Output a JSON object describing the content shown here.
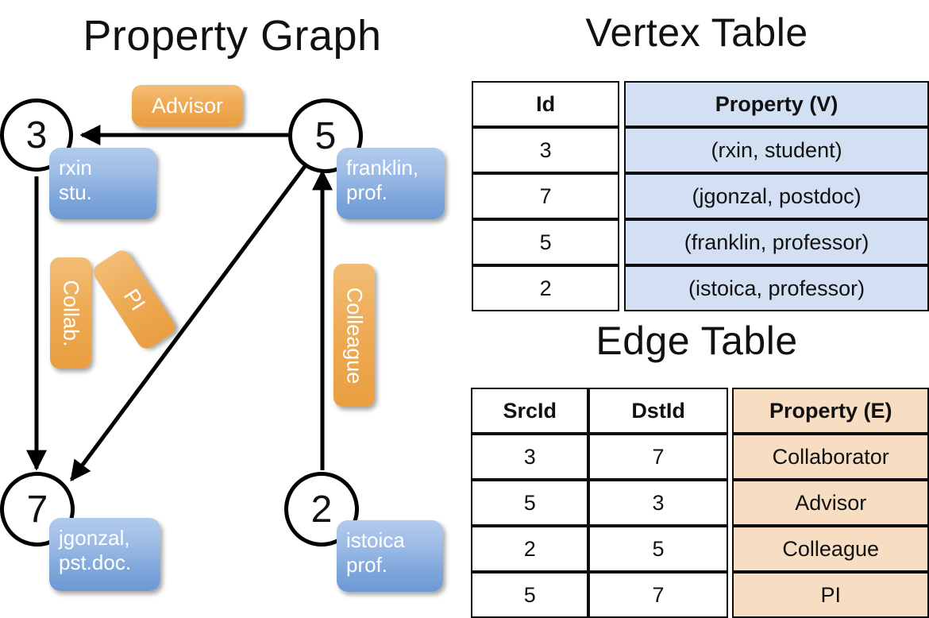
{
  "titles": {
    "property_graph": "Property Graph",
    "vertex_table": "Vertex Table",
    "edge_table": "Edge Table"
  },
  "graph": {
    "nodes": [
      {
        "id": "3",
        "property_line1": "rxin",
        "property_line2": "stu."
      },
      {
        "id": "5",
        "property_line1": "franklin,",
        "property_line2": "prof."
      },
      {
        "id": "7",
        "property_line1": "jgonzal,",
        "property_line2": "pst.doc."
      },
      {
        "id": "2",
        "property_line1": "istoica",
        "property_line2": "prof."
      }
    ],
    "edge_labels": [
      {
        "name": "advisor",
        "text": "Advisor"
      },
      {
        "name": "collab",
        "text": "Collab."
      },
      {
        "name": "pi",
        "text": "PI"
      },
      {
        "name": "colleague",
        "text": "Colleague"
      }
    ]
  },
  "vertex_table": {
    "headers": [
      "Id",
      "Property (V)"
    ],
    "rows": [
      {
        "id": "3",
        "property": "(rxin, student)"
      },
      {
        "id": "7",
        "property": "(jgonzal, postdoc)"
      },
      {
        "id": "5",
        "property": "(franklin, professor)"
      },
      {
        "id": "2",
        "property": "(istoica, professor)"
      }
    ]
  },
  "edge_table": {
    "headers": [
      "SrcId",
      "DstId",
      "Property (E)"
    ],
    "rows": [
      {
        "src": "3",
        "dst": "7",
        "property": "Collaborator"
      },
      {
        "src": "5",
        "dst": "3",
        "property": "Advisor"
      },
      {
        "src": "2",
        "dst": "5",
        "property": "Colleague"
      },
      {
        "src": "5",
        "dst": "7",
        "property": "PI"
      }
    ]
  },
  "colors": {
    "vertex_property_fill": "#d3dff2",
    "edge_property_fill": "#f7dec3",
    "node_property_bubble": "#7ba4da",
    "edge_label_bubble": "#eeab56",
    "stroke": "#000000",
    "background": "#ffffff"
  }
}
